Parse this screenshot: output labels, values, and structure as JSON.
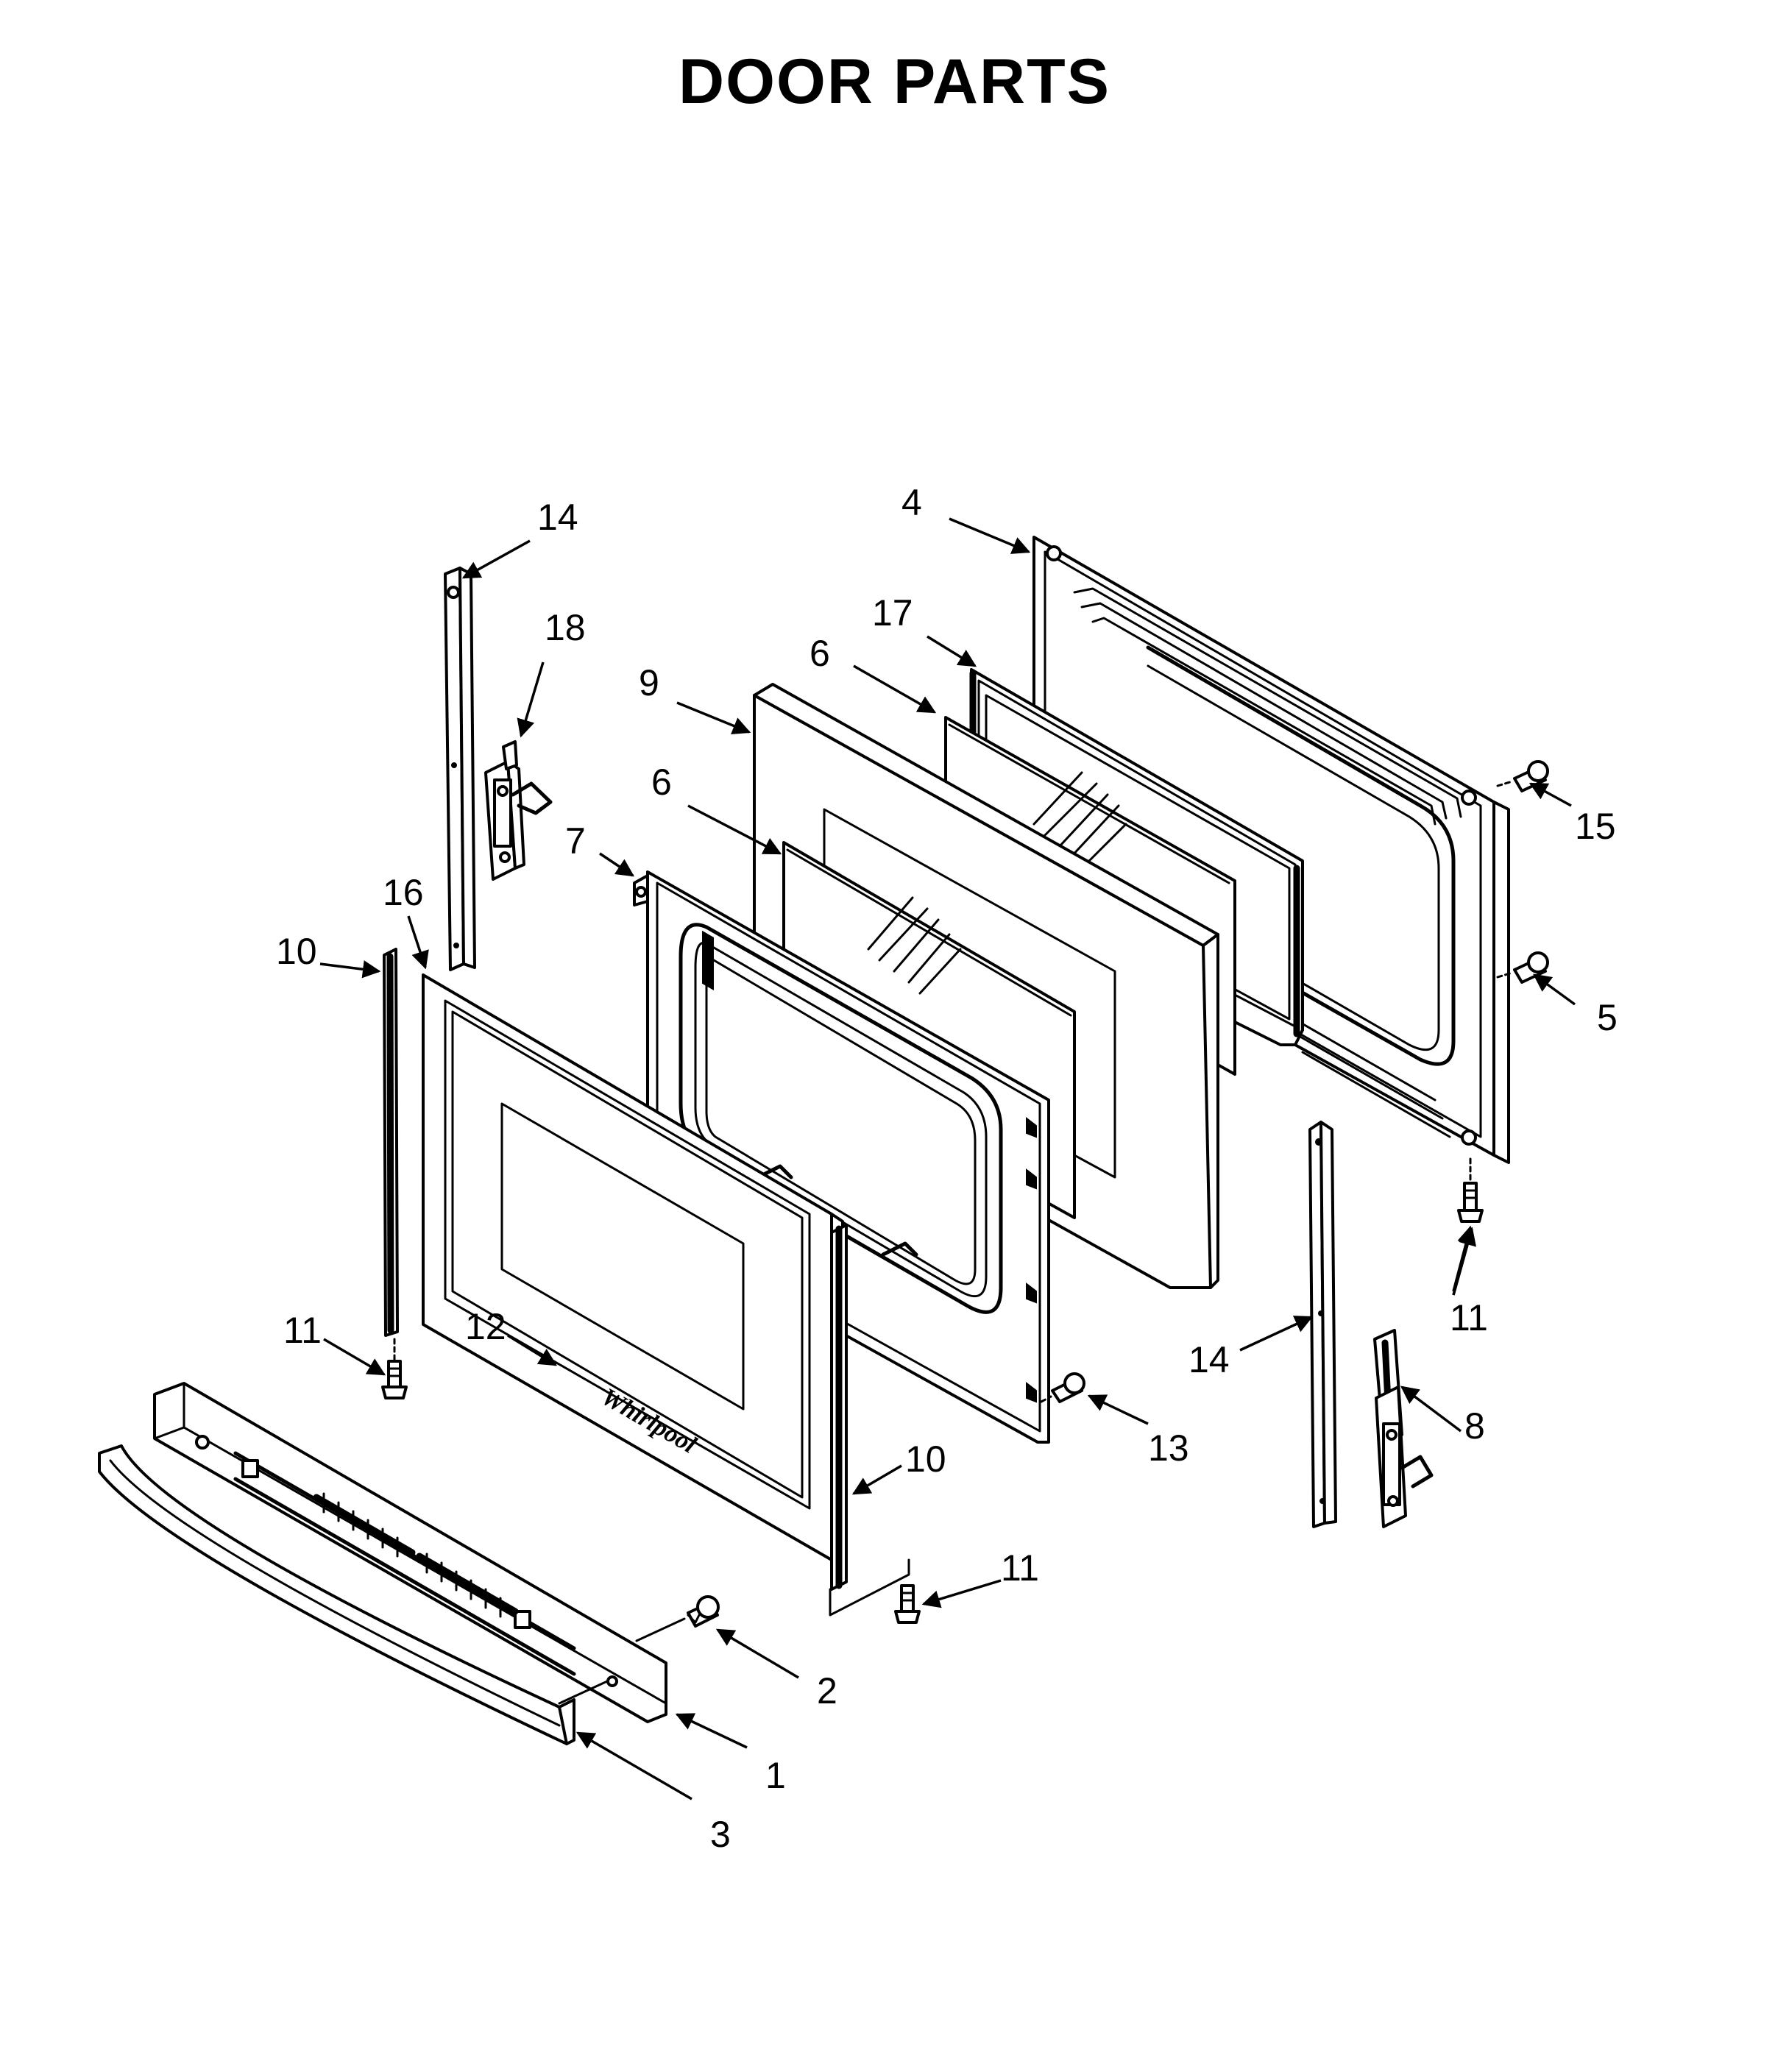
{
  "title": "DOOR PARTS",
  "colors": {
    "line": "#000000",
    "background": "#ffffff"
  },
  "callouts": [
    {
      "id": "c1",
      "label": "1"
    },
    {
      "id": "c2",
      "label": "2"
    },
    {
      "id": "c3",
      "label": "3"
    },
    {
      "id": "c4",
      "label": "4"
    },
    {
      "id": "c5",
      "label": "5"
    },
    {
      "id": "c6a",
      "label": "6"
    },
    {
      "id": "c6b",
      "label": "6"
    },
    {
      "id": "c7",
      "label": "7"
    },
    {
      "id": "c8",
      "label": "8"
    },
    {
      "id": "c9",
      "label": "9"
    },
    {
      "id": "c10a",
      "label": "10"
    },
    {
      "id": "c10b",
      "label": "10"
    },
    {
      "id": "c11a",
      "label": "11"
    },
    {
      "id": "c11b",
      "label": "11"
    },
    {
      "id": "c11c",
      "label": "11"
    },
    {
      "id": "c12",
      "label": "12"
    },
    {
      "id": "c13",
      "label": "13"
    },
    {
      "id": "c14a",
      "label": "14"
    },
    {
      "id": "c14b",
      "label": "14"
    },
    {
      "id": "c15",
      "label": "15"
    },
    {
      "id": "c16",
      "label": "16"
    },
    {
      "id": "c17",
      "label": "17"
    },
    {
      "id": "c18",
      "label": "18"
    }
  ],
  "logo_text": "Whirlpool"
}
